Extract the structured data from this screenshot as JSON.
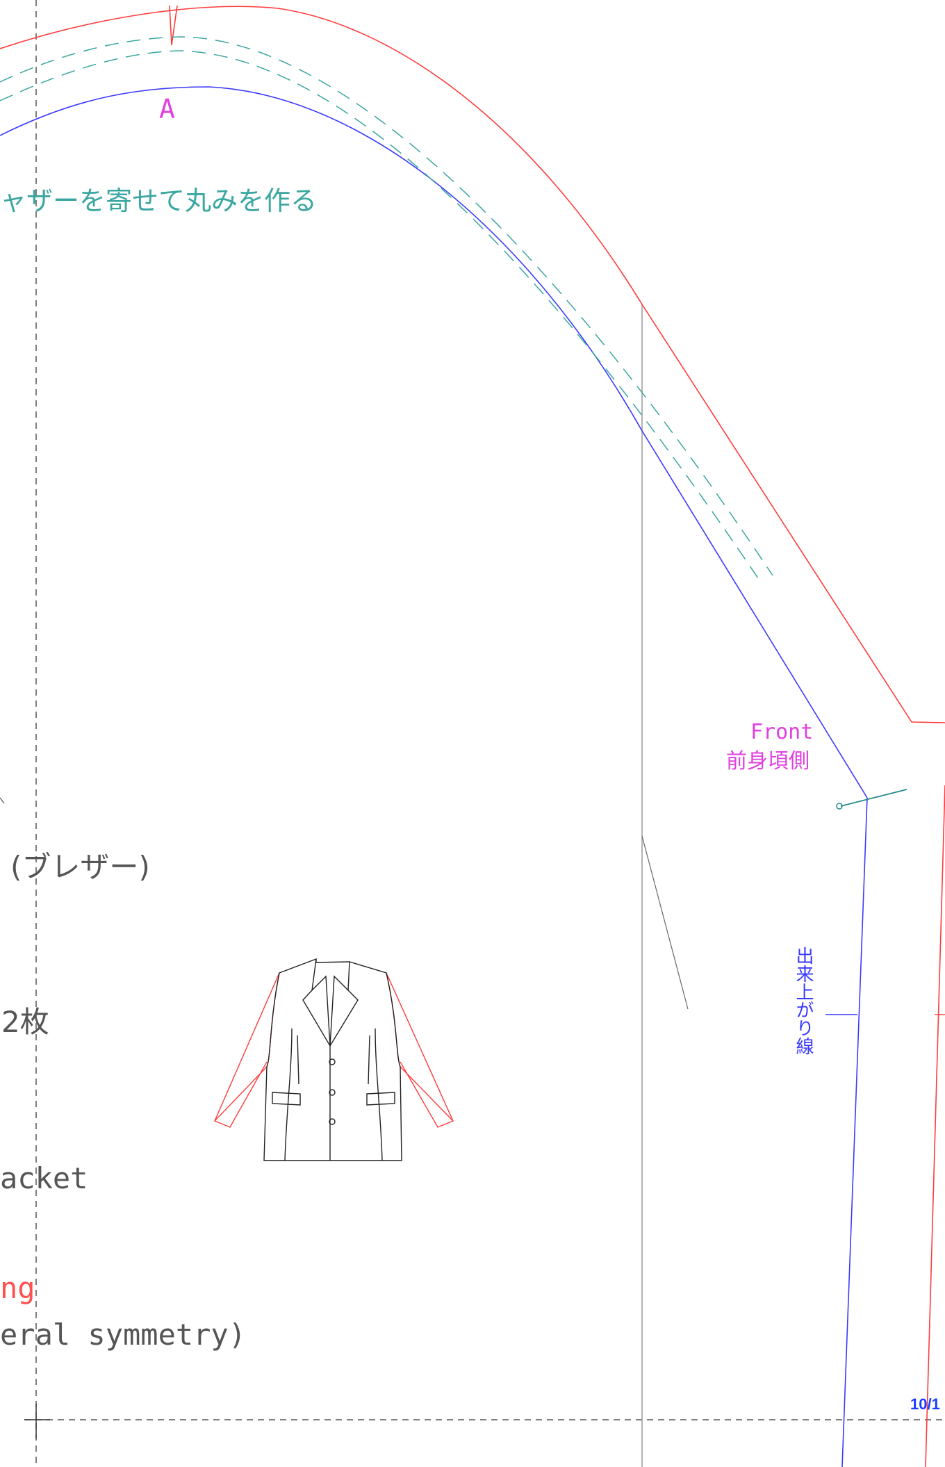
{
  "pattern": {
    "label_a": "A",
    "gather_note": "ャザーを寄せて丸みを作る",
    "front_label": "Front",
    "front_label_jp": "前身頃側",
    "finished_line_label": "出来上がり線",
    "title_partial": "(ブレザー)",
    "count_partial": "2枚",
    "item_partial": "acket",
    "red_partial": "ng",
    "symmetry_partial": "eral symmetry)",
    "page_number": "10/1"
  },
  "colors": {
    "cut_line": "#ff3b3b",
    "finished_line": "#3a3aff",
    "stitch_line": "#3aa6a0",
    "label_magenta": "#e040e0",
    "guide_line": "#999999"
  }
}
